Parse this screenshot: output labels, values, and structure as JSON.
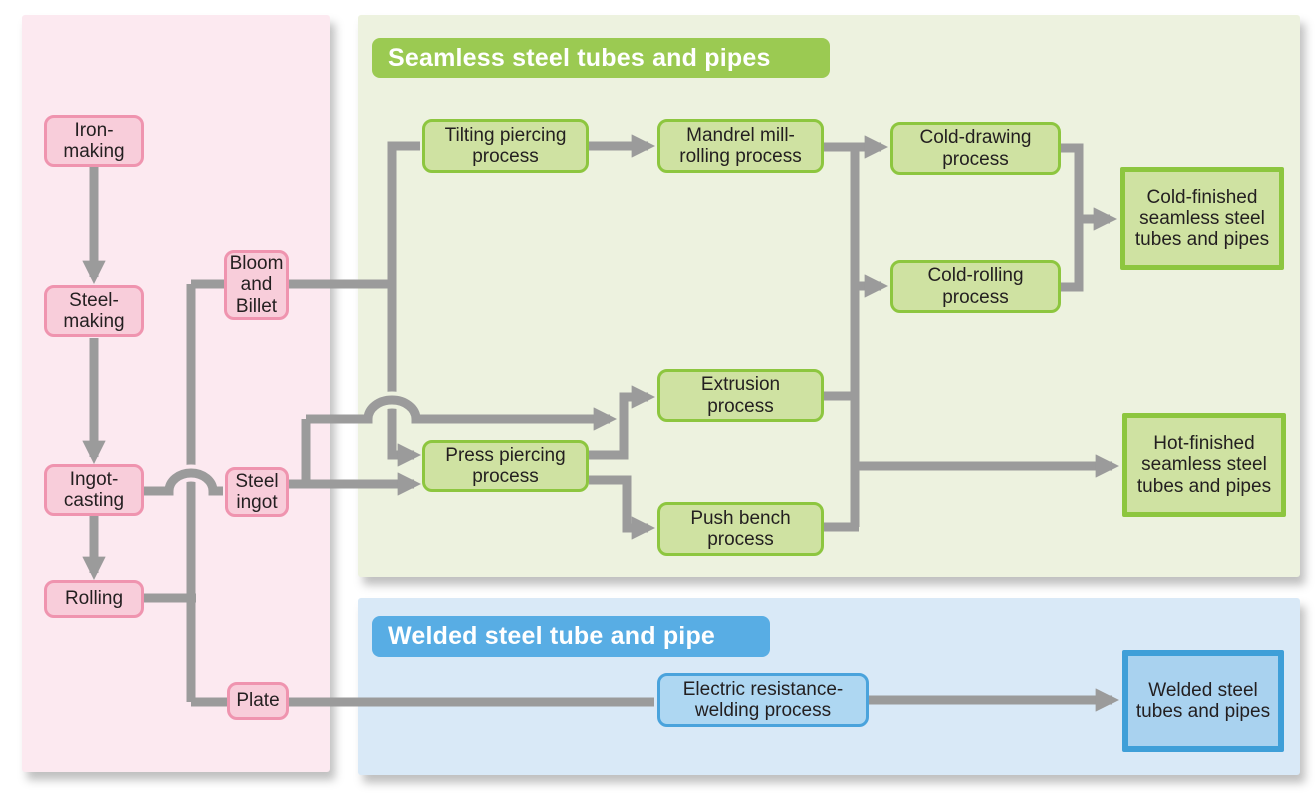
{
  "colors": {
    "panel_pink": "#fce9f0",
    "panel_green": "#edf2df",
    "panel_blue": "#d9e9f7",
    "node_pink_fill": "#f8cdda",
    "node_pink_border": "#ef94af",
    "node_green_fill": "#cfe2a2",
    "node_green_border": "#8dc63f",
    "node_blue_fill": "#aed7f2",
    "node_blue_border": "#4aa3dc",
    "header_green": "#9bca52",
    "header_blue": "#58ade4",
    "connector_gray": "#9b9b9b",
    "text": "#231f20"
  },
  "sections": {
    "materials": {
      "nodes": {
        "iron": "Iron-\nmaking",
        "steelmaking": "Steel-\nmaking",
        "ingot_casting": "Ingot-\ncasting",
        "rolling": "Rolling",
        "bloom": "Bloom\nand\nBillet",
        "steel_ingot": "Steel\ningot",
        "plate": "Plate"
      }
    },
    "seamless": {
      "title": "Seamless steel tubes and pipes",
      "nodes": {
        "tilting": "Tilting piercing\nprocess",
        "mandrel": "Mandrel mill-\nrolling process",
        "cold_drawing": "Cold-drawing\nprocess",
        "cold_rolling": "Cold-rolling\nprocess",
        "cold_finished": "Cold-finished\nseamless steel\ntubes and pipes",
        "extrusion": "Extrusion\nprocess",
        "press": "Press piercing\nprocess",
        "push_bench": "Push bench\nprocess",
        "hot_finished": "Hot-finished\nseamless steel\ntubes and pipes"
      }
    },
    "welded": {
      "title": "Welded steel tube and pipe",
      "nodes": {
        "erw": "Electric resistance-\nwelding process",
        "welded_out": "Welded steel\ntubes and pipes"
      }
    }
  }
}
